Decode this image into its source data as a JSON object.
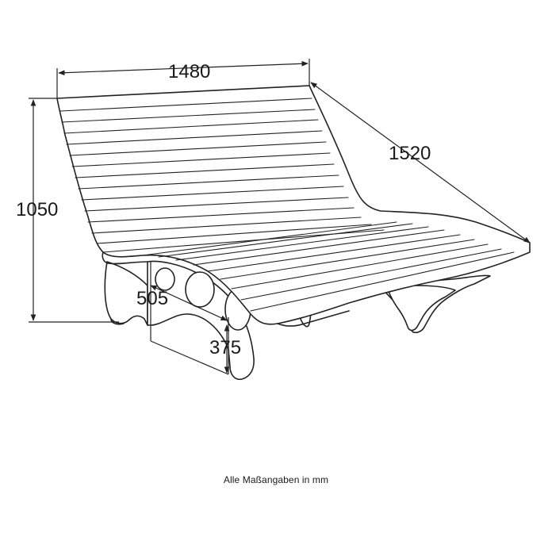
{
  "dimensions": {
    "width": "1480",
    "depth": "1520",
    "height": "1050",
    "seat_height": "505",
    "base_height": "375"
  },
  "caption": "Alle Maßangaben in mm"
}
